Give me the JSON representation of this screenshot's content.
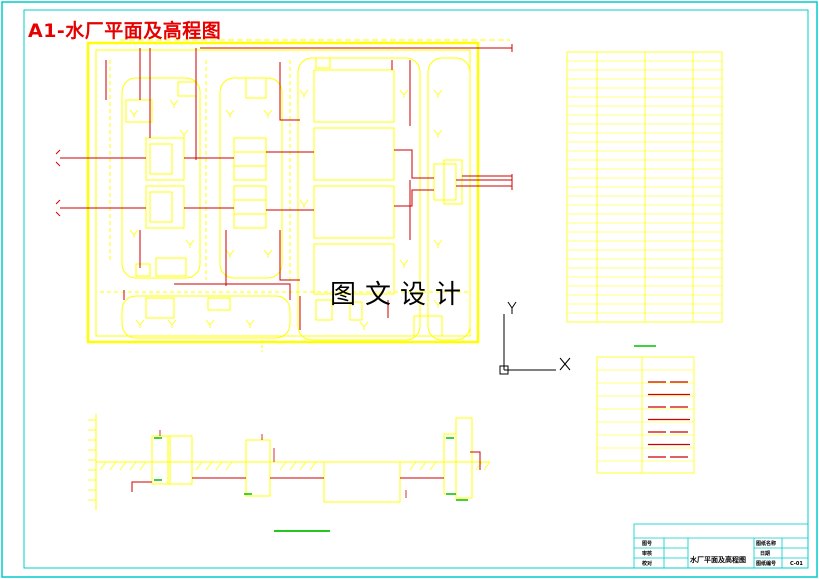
{
  "drawing": {
    "title": "A1-水厂平面及高程图",
    "watermark": "图文设计",
    "axis_y": "Y",
    "axis_x": "X"
  },
  "title_block": {
    "left_labels": [
      "图号",
      "审核",
      "校对"
    ],
    "right_labels": [
      "图纸名称",
      "日期",
      "图纸编号"
    ],
    "drawing_name": "水厂平面及高程图",
    "drawing_no": "C-01"
  },
  "colors": {
    "frame": "#00cccc",
    "structure": "#ffff00",
    "pipe": "#cc0000",
    "green_mark": "#00c000",
    "text_red": "#e60000"
  }
}
